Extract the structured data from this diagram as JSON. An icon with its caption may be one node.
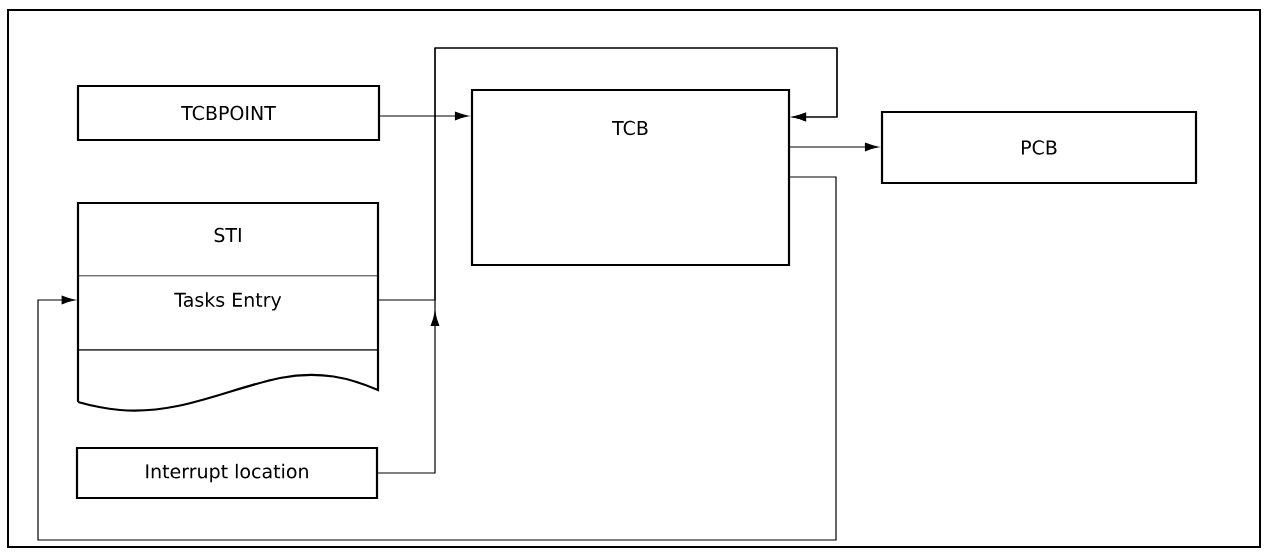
{
  "diagram": {
    "nodes": [
      {
        "text": [
          "TCBPOINT"
        ]
      },
      {
        "text": [
          "STI"
        ]
      },
      {
        "text": [
          "Tasks Entry"
        ],
        "in": 1
      },
      {
        "text": [
          "Interrupt location"
        ]
      },
      {
        "text": [
          "TCB"
        ]
      },
      {
        "text": [
          "PCB"
        ]
      }
    ],
    "edges": [
      {
        "from": 0,
        "to": 4,
        "arrow": "to"
      },
      {
        "from": 2,
        "to": 4,
        "arrow": "to"
      },
      {
        "from": 3,
        "to": 4,
        "arrow": "to"
      },
      {
        "from": 4,
        "to": 5,
        "arrow": "to"
      },
      {
        "from": 4,
        "to": 2,
        "arrow": "to"
      }
    ]
  }
}
